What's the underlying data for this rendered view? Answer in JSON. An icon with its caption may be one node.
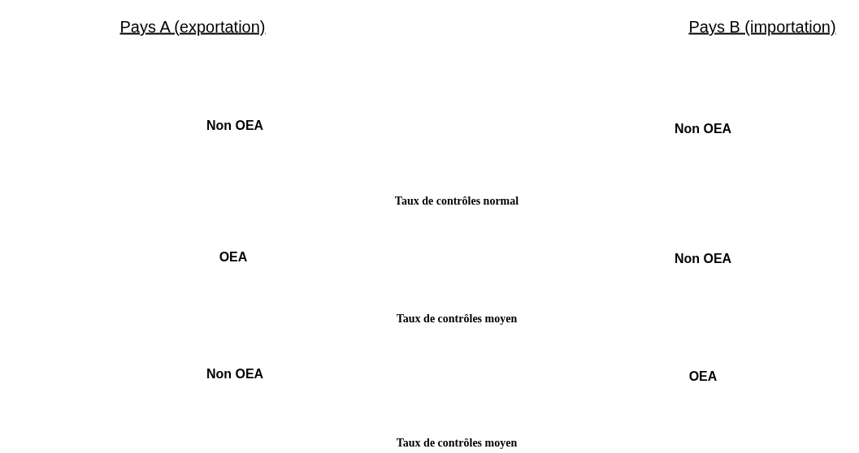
{
  "diagram": {
    "labels": [
      "Pays A (exportation)",
      "Pays B (importation)",
      "Non OEA",
      "Non OEA",
      "Taux de contrôles normal",
      "OEA",
      "Non OEA",
      "Taux de contrôles moyen",
      "Non OEA",
      "OEA",
      "Taux de contrôles moyen"
    ]
  }
}
